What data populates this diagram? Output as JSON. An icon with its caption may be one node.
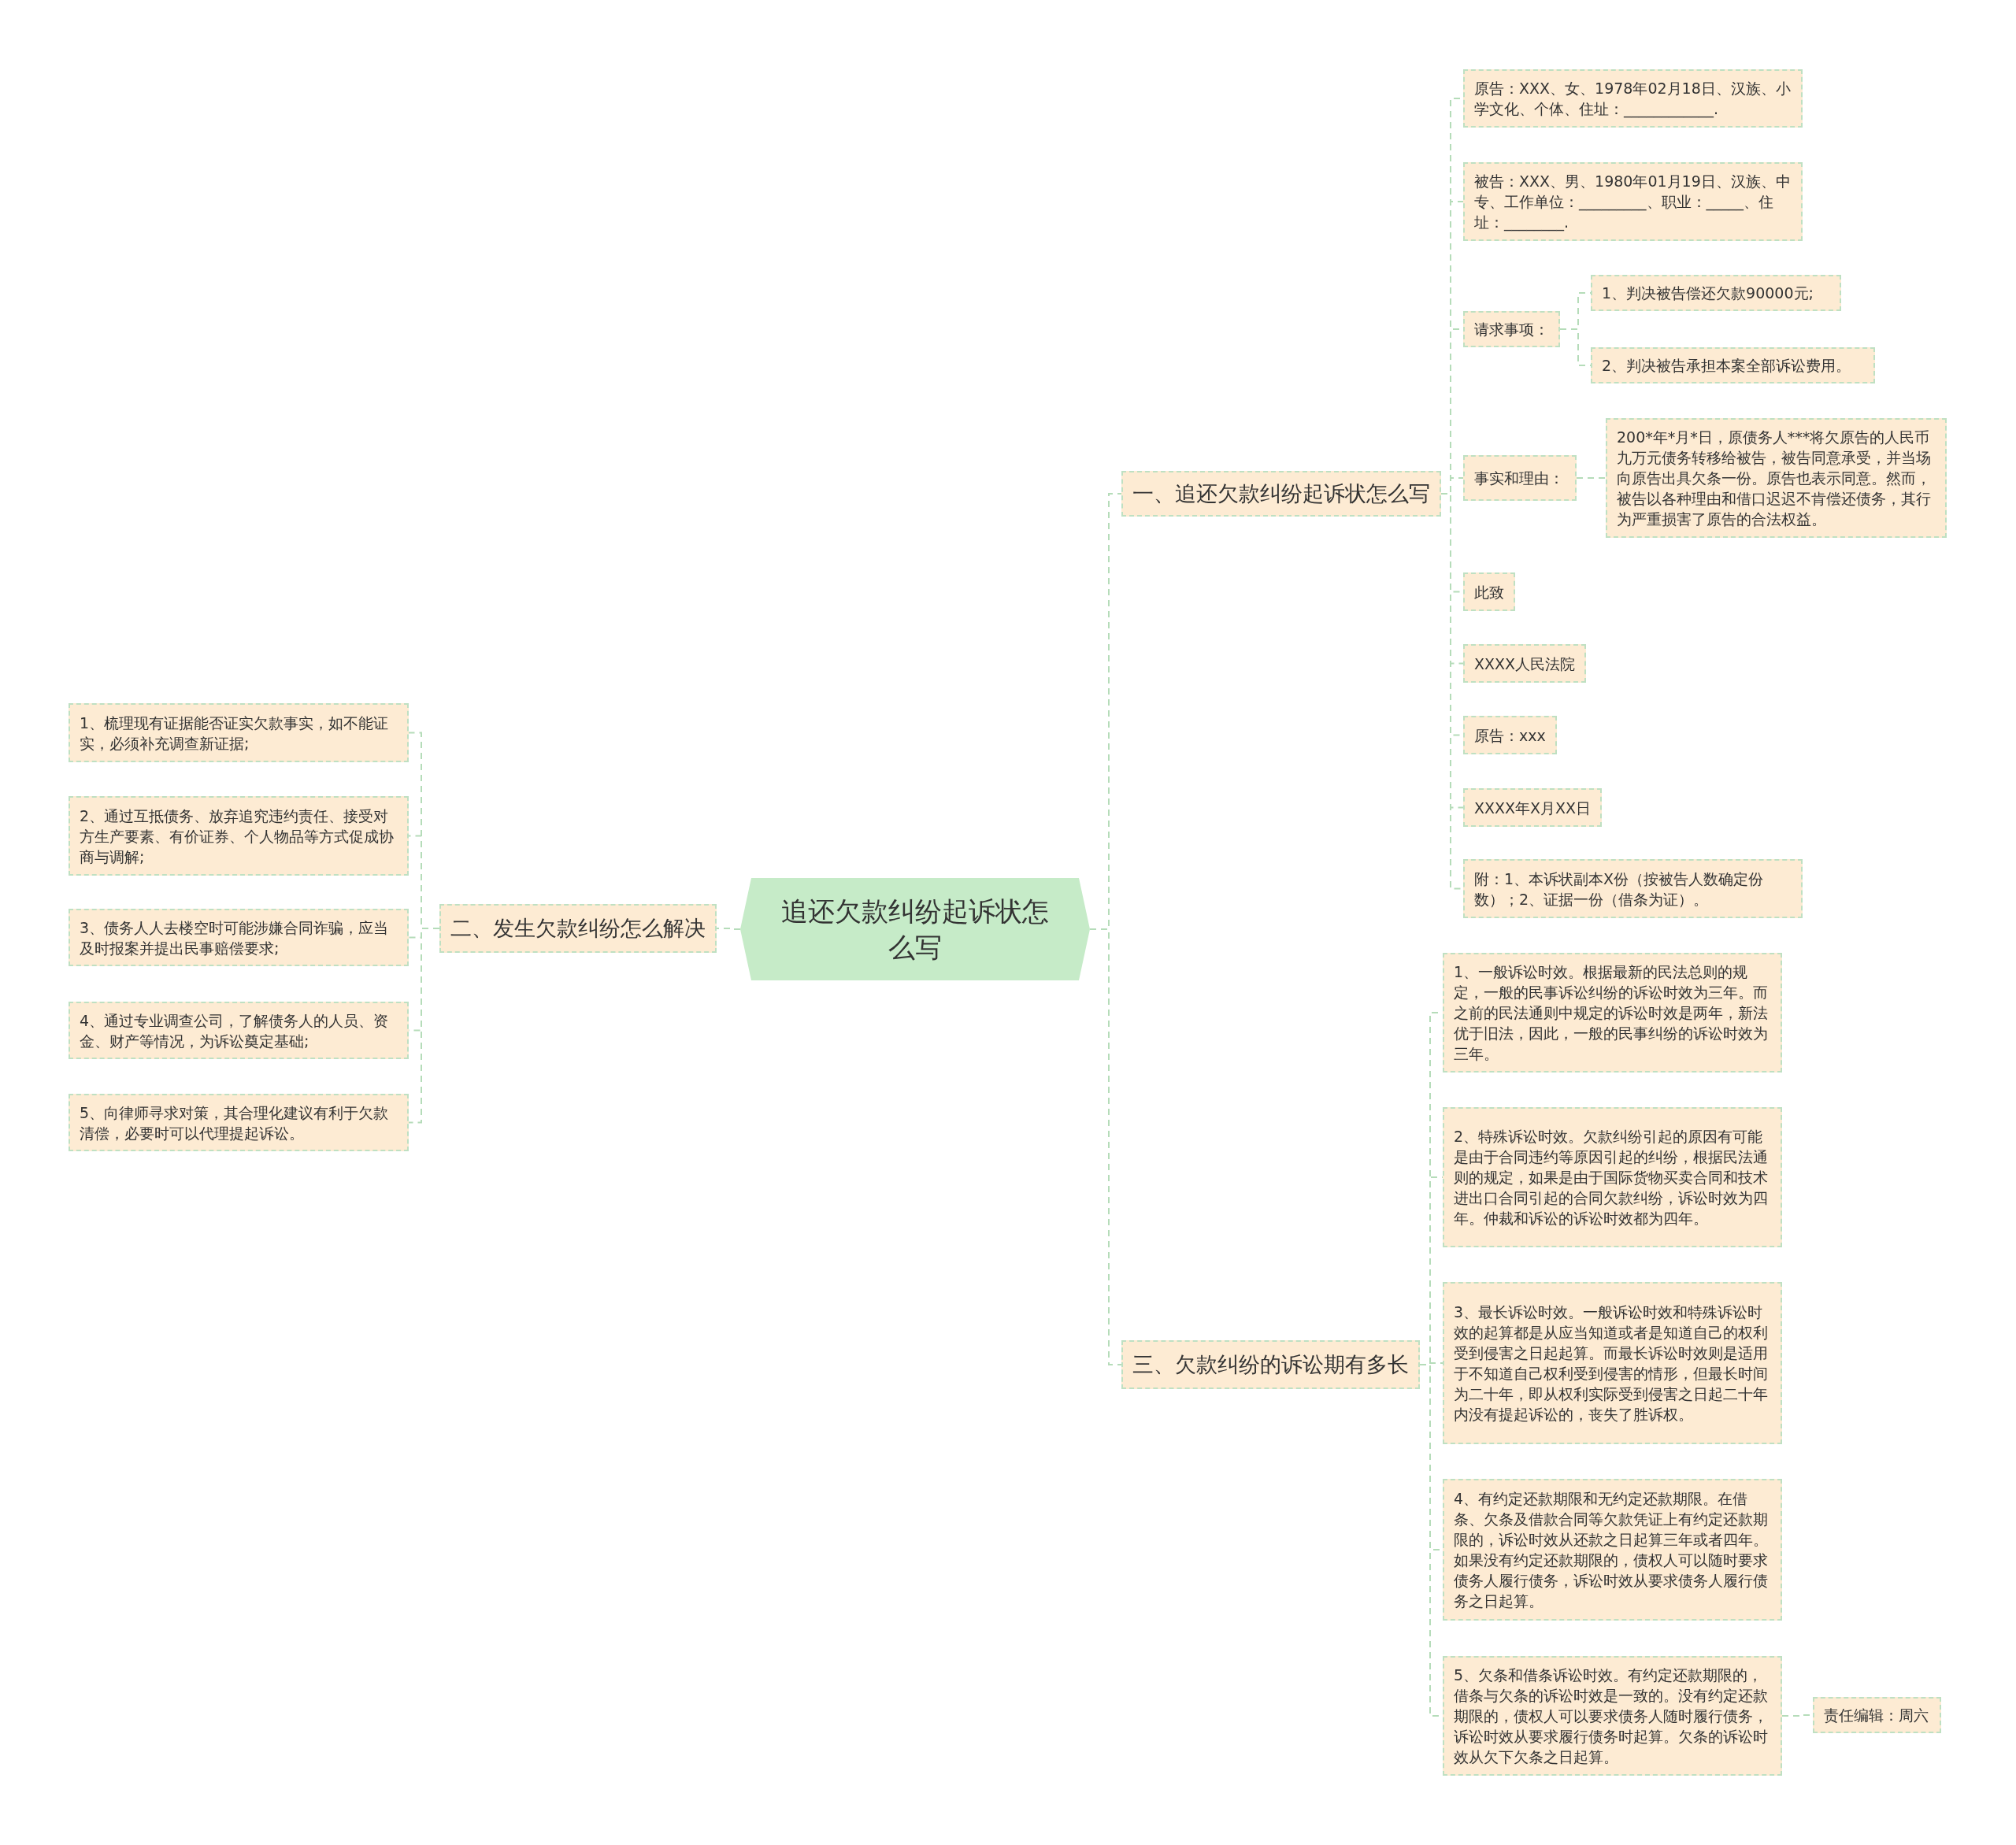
{
  "diagram": {
    "nodes": [
      {
        "text": [
          "追还欠款纠纷起诉状怎么写"
        ]
      },
      {
        "text": [
          "一、追还欠款纠纷起诉状怎么写"
        ]
      },
      {
        "text": [
          "原告：XXX、女、1978年02月18日、汉族、小学文化、个体、住址：____________."
        ]
      },
      {
        "text": [
          "被告：XXX、男、1980年01月19日、汉族、中专、工作单位：_________、职业：_____、住址：________."
        ]
      },
      {
        "text": [
          "请求事项："
        ]
      },
      {
        "text": [
          "1、判决被告偿还欠款90000元;"
        ]
      },
      {
        "text": [
          "2、判决被告承担本案全部诉讼费用。"
        ]
      },
      {
        "text": [
          "事实和理由："
        ]
      },
      {
        "text": [
          "200*年*月*日，原债务人***将欠原告的人民币九万元债务转移给被告，被告同意承受，并当场向原告出具欠条一份。原告也表示同意。然而，被告以各种理由和借口迟迟不肯偿还债务，其行为严重损害了原告的合法权益。"
        ]
      },
      {
        "text": [
          "此致"
        ]
      },
      {
        "text": [
          "XXXX人民法院"
        ]
      },
      {
        "text": [
          "原告：xxx"
        ]
      },
      {
        "text": [
          "XXXX年X月XX日"
        ]
      },
      {
        "text": [
          "附：1、本诉状副本X份（按被告人数确定份数）；2、证据一份（借条为证）。"
        ]
      },
      {
        "text": [
          "二、发生欠款纠纷怎么解决"
        ]
      },
      {
        "text": [
          "1、梳理现有证据能否证实欠款事实，如不能证实，必须补充调查新证据;"
        ]
      },
      {
        "text": [
          "2、通过互抵债务、放弃追究违约责任、接受对方生产要素、有价证券、个人物品等方式促成协商与调解;"
        ]
      },
      {
        "text": [
          "3、债务人人去楼空时可能涉嫌合同诈骗，应当及时报案并提出民事赔偿要求;"
        ]
      },
      {
        "text": [
          "4、通过专业调查公司，了解债务人的人员、资金、财产等情况，为诉讼奠定基础;"
        ]
      },
      {
        "text": [
          "5、向律师寻求对策，其合理化建议有利于欠款清偿，必要时可以代理提起诉讼。"
        ]
      },
      {
        "text": [
          "三、欠款纠纷的诉讼期有多长"
        ]
      },
      {
        "text": [
          "1、一般诉讼时效。根据最新的民法总则的规定，一般的民事诉讼纠纷的诉讼时效为三年。而之前的民法通则中规定的诉讼时效是两年，新法优于旧法，因此，一般的民事纠纷的诉讼时效为三年。"
        ]
      },
      {
        "text": [
          "2、特殊诉讼时效。欠款纠纷引起的原因有可能是由于合同违约等原因引起的纠纷，根据民法通则的规定，如果是由于国际货物买卖合同和技术进出口合同引起的合同欠款纠纷，诉讼时效为四年。仲裁和诉讼的诉讼时效都为四年。"
        ]
      },
      {
        "text": [
          "3、最长诉讼时效。一般诉讼时效和特殊诉讼时效的起算都是从应当知道或者是知道自己的权利受到侵害之日起起算。而最长诉讼时效则是适用于不知道自己权利受到侵害的情形，但最长时间为二十年，即从权利实际受到侵害之日起二十年内没有提起诉讼的，丧失了胜诉权。"
        ]
      },
      {
        "text": [
          "4、有约定还款期限和无约定还款期限。在借条、欠条及借款合同等欠款凭证上有约定还款期限的，诉讼时效从还款之日起算三年或者四年。如果没有约定还款期限的，债权人可以随时要求债务人履行债务，诉讼时效从要求债务人履行债务之日起算。"
        ]
      },
      {
        "text": [
          "5、欠条和借条诉讼时效。有约定还款期限的，借条与欠条的诉讼时效是一致的。没有约定还款期限的，债权人可以要求债务人随时履行债务，诉讼时效从要求履行债务时起算。欠条的诉讼时效从欠下欠条之日起算。"
        ]
      },
      {
        "text": [
          "责任编辑：周六"
        ]
      }
    ],
    "edges": [
      {
        "from": 0,
        "to": 1,
        "arrow": "none"
      },
      {
        "from": 1,
        "to": 2,
        "arrow": "none"
      },
      {
        "from": 1,
        "to": 3,
        "arrow": "none"
      },
      {
        "from": 1,
        "to": 4,
        "arrow": "none"
      },
      {
        "from": 4,
        "to": 5,
        "arrow": "none"
      },
      {
        "from": 4,
        "to": 6,
        "arrow": "none"
      },
      {
        "from": 1,
        "to": 7,
        "arrow": "none"
      },
      {
        "from": 7,
        "to": 8,
        "arrow": "none"
      },
      {
        "from": 1,
        "to": 9,
        "arrow": "none"
      },
      {
        "from": 1,
        "to": 10,
        "arrow": "none"
      },
      {
        "from": 1,
        "to": 11,
        "arrow": "none"
      },
      {
        "from": 1,
        "to": 12,
        "arrow": "none"
      },
      {
        "from": 1,
        "to": 13,
        "arrow": "none"
      },
      {
        "from": 0,
        "to": 14,
        "arrow": "none"
      },
      {
        "from": 14,
        "to": 15,
        "arrow": "none"
      },
      {
        "from": 14,
        "to": 16,
        "arrow": "none"
      },
      {
        "from": 14,
        "to": 17,
        "arrow": "none"
      },
      {
        "from": 14,
        "to": 18,
        "arrow": "none"
      },
      {
        "from": 14,
        "to": 19,
        "arrow": "none"
      },
      {
        "from": 0,
        "to": 20,
        "arrow": "none"
      },
      {
        "from": 20,
        "to": 21,
        "arrow": "none"
      },
      {
        "from": 20,
        "to": 22,
        "arrow": "none"
      },
      {
        "from": 20,
        "to": 23,
        "arrow": "none"
      },
      {
        "from": 20,
        "to": 24,
        "arrow": "none"
      },
      {
        "from": 20,
        "to": 25,
        "arrow": "none"
      },
      {
        "from": 25,
        "to": 26,
        "arrow": "none"
      }
    ]
  }
}
